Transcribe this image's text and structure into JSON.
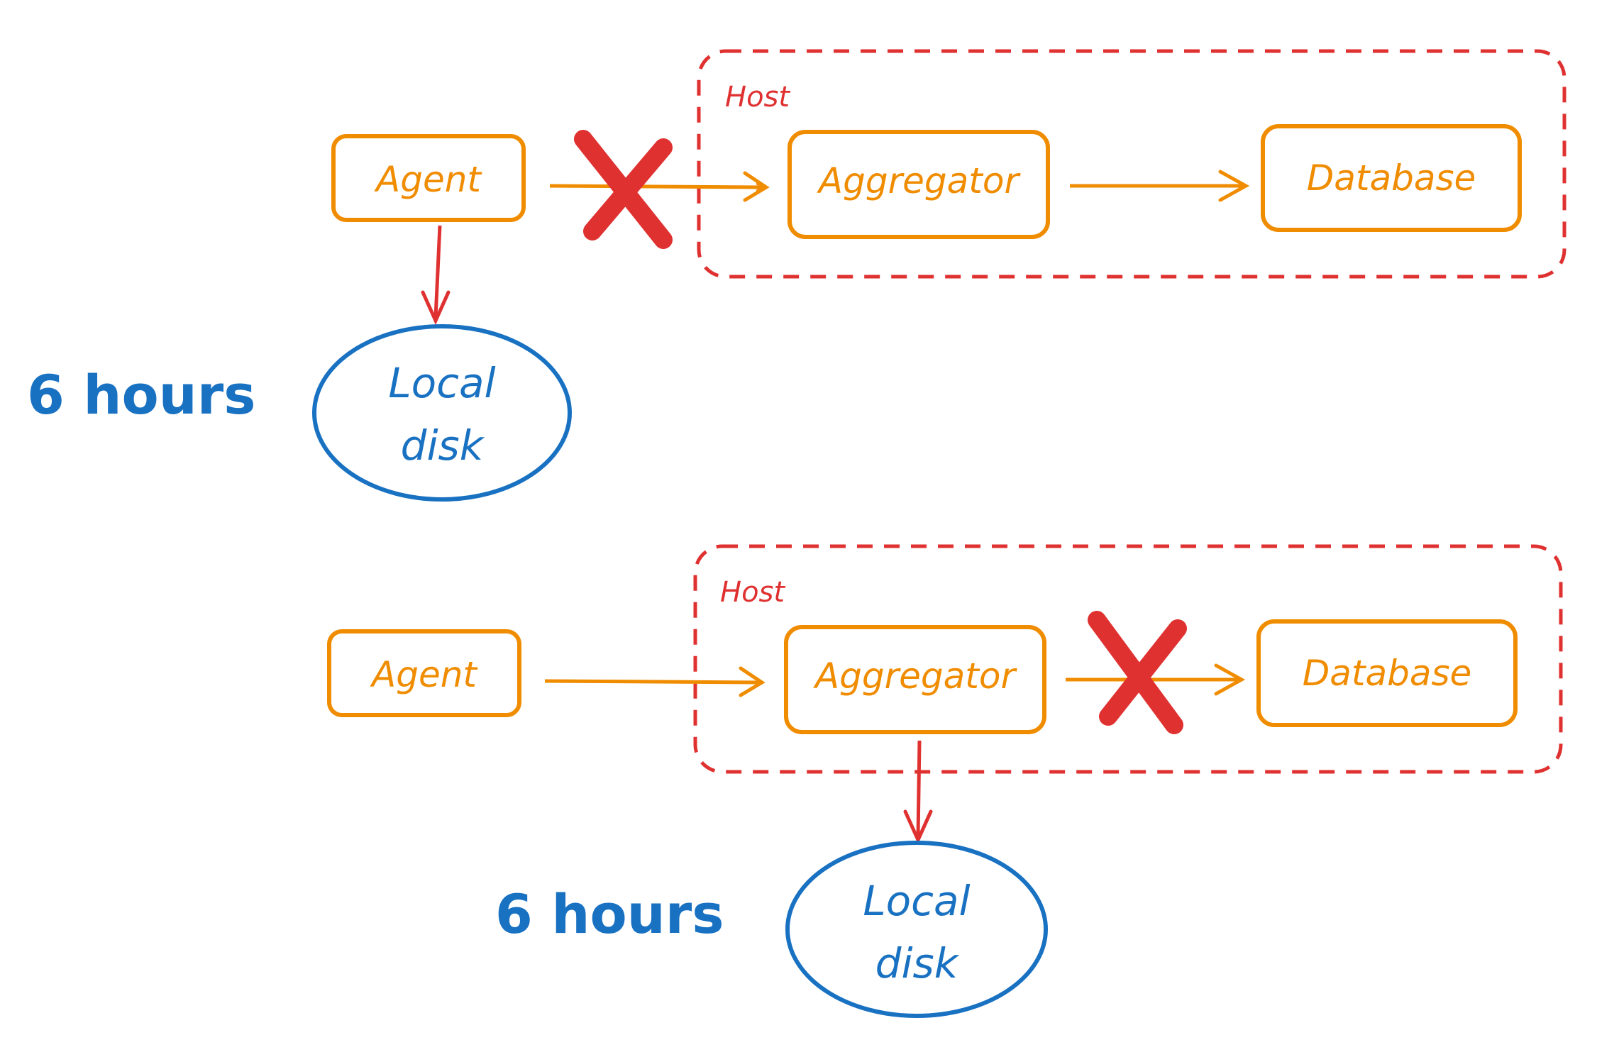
{
  "diagram_1": {
    "host_label": "Host",
    "agent": "Agent",
    "aggregator": "Aggregator",
    "database": "Database",
    "disk_line1": "Local",
    "disk_line2": "disk",
    "hours": "6 hours"
  },
  "diagram_2": {
    "host_label": "Host",
    "agent": "Agent",
    "aggregator": "Aggregator",
    "database": "Database",
    "disk_line1": "Local",
    "disk_line2": "disk",
    "hours": "6 hours"
  },
  "colors": {
    "node": "#f08c00",
    "host": "#e03131",
    "disk": "#1971c2",
    "failure": "#e03131"
  }
}
